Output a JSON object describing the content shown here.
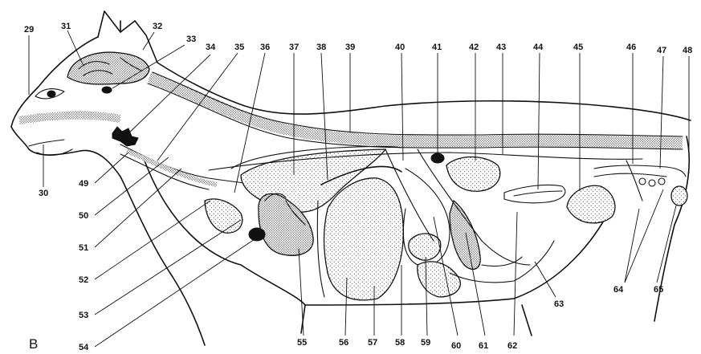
{
  "figure": {
    "panel_letter": "B",
    "labels": [
      "29",
      "30",
      "31",
      "32",
      "33",
      "34",
      "35",
      "36",
      "37",
      "38",
      "39",
      "40",
      "41",
      "42",
      "43",
      "44",
      "45",
      "46",
      "47",
      "48",
      "49",
      "50",
      "51",
      "52",
      "53",
      "54",
      "55",
      "56",
      "57",
      "58",
      "59",
      "60",
      "61",
      "62",
      "63",
      "64",
      "65"
    ]
  }
}
